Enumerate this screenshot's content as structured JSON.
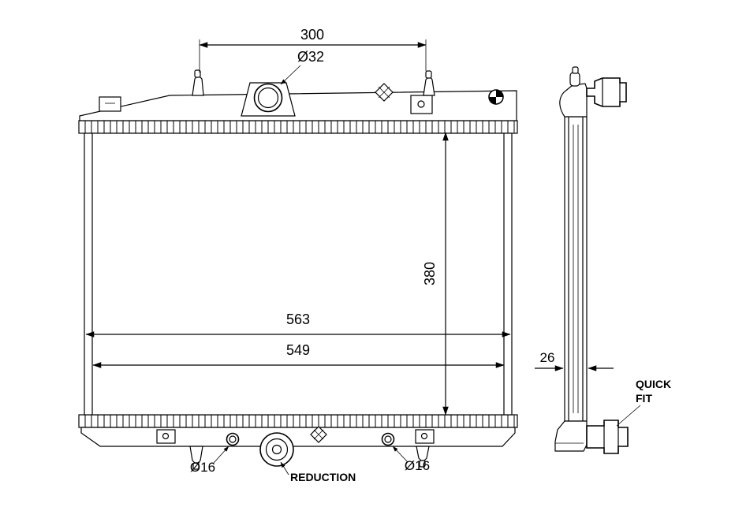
{
  "annotations": {
    "dim_top_span": "300",
    "dim_filler_neck": "Ø32",
    "dim_core_height": "380",
    "dim_overall_width": "563",
    "dim_core_width": "549",
    "dim_left_outlet": "Ø16",
    "dim_right_outlet": "Ø16",
    "dim_side_depth": "26",
    "label_reduction": "REDUCTION",
    "label_quick_fit_1": "QUICK",
    "label_quick_fit_2": "FIT"
  }
}
